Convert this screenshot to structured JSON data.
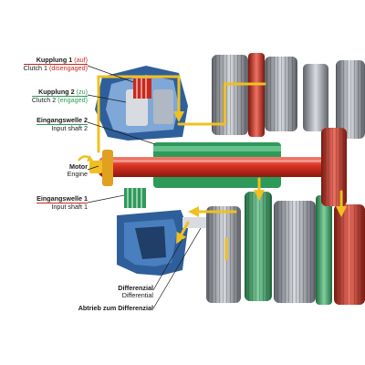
{
  "labels": {
    "clutch1": {
      "de": "Kupplung 1",
      "de_state": "(auf)",
      "en": "Clutch 1",
      "en_state": "(disengaged)"
    },
    "clutch2": {
      "de": "Kupplung 2",
      "de_state": "(zu)",
      "en": "Clutch 2",
      "en_state": "(engaged)"
    },
    "input_shaft2": {
      "de": "Eingangswelle 2",
      "en": "Input shaft 2"
    },
    "engine": {
      "de": "Motor",
      "en": "Engine"
    },
    "input_shaft1": {
      "de": "Eingangswelle 1",
      "en": "Input shaft 1"
    },
    "differential": {
      "de": "Differenzial",
      "en": "Differential"
    },
    "diff_takeoff": {
      "de": "Abtrieb zum Differenzial"
    }
  },
  "colors": {
    "input_shaft_red": "#d83020",
    "clutch2_green": "#2e9a5a",
    "housing_blue": "#2f5f9a",
    "flow_yellow": "#f0c020",
    "gear_grey": "#8a8f96"
  }
}
